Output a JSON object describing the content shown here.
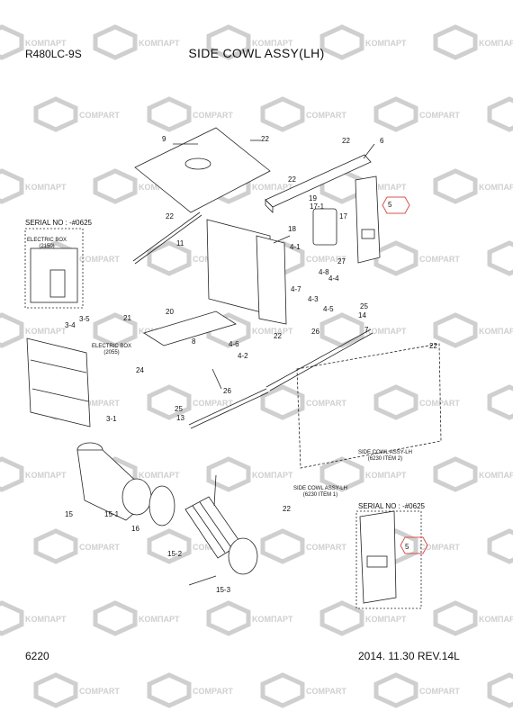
{
  "header": {
    "model": "R480LC-9S",
    "title": "SIDE COWL ASSY(LH)"
  },
  "footer": {
    "page": "6220",
    "date_rev": "2014. 11.30  REV.14L"
  },
  "serials": {
    "left": "SERIAL NO : -#0625",
    "right": "SERIAL NO : -#0625"
  },
  "notes": {
    "electric_box_2150": "ELECTRIC BOX\n(2150)",
    "electric_box_2055": "ELECTRIC BOX\n(2055)",
    "side_cowl_item2": "SIDE COWL ASSY-LH\n(6230 ITEM 2)",
    "side_cowl_item1": "SIDE COWL ASSY-LH\n(6230 ITEM 1)"
  },
  "watermark": {
    "a": "KOMПAPT",
    "b": "COMPART"
  },
  "callouts": [
    "9",
    "22",
    "22",
    "6",
    "22",
    "22",
    "5",
    "19",
    "17-1",
    "17",
    "18",
    "4-1",
    "11",
    "4-8",
    "4-4",
    "27",
    "4-7",
    "4-3",
    "25",
    "4-5",
    "14",
    "7",
    "21",
    "20",
    "26",
    "22",
    "3-5",
    "3-4",
    "8",
    "4-6",
    "4-2",
    "22",
    "24",
    "26",
    "25",
    "13",
    "3-1",
    "15",
    "15-1",
    "16",
    "22",
    "15-2",
    "15-3",
    "5"
  ],
  "colors": {
    "line": "#222222",
    "highlight": "#d9534f",
    "watermark": "#cfcfcf"
  }
}
